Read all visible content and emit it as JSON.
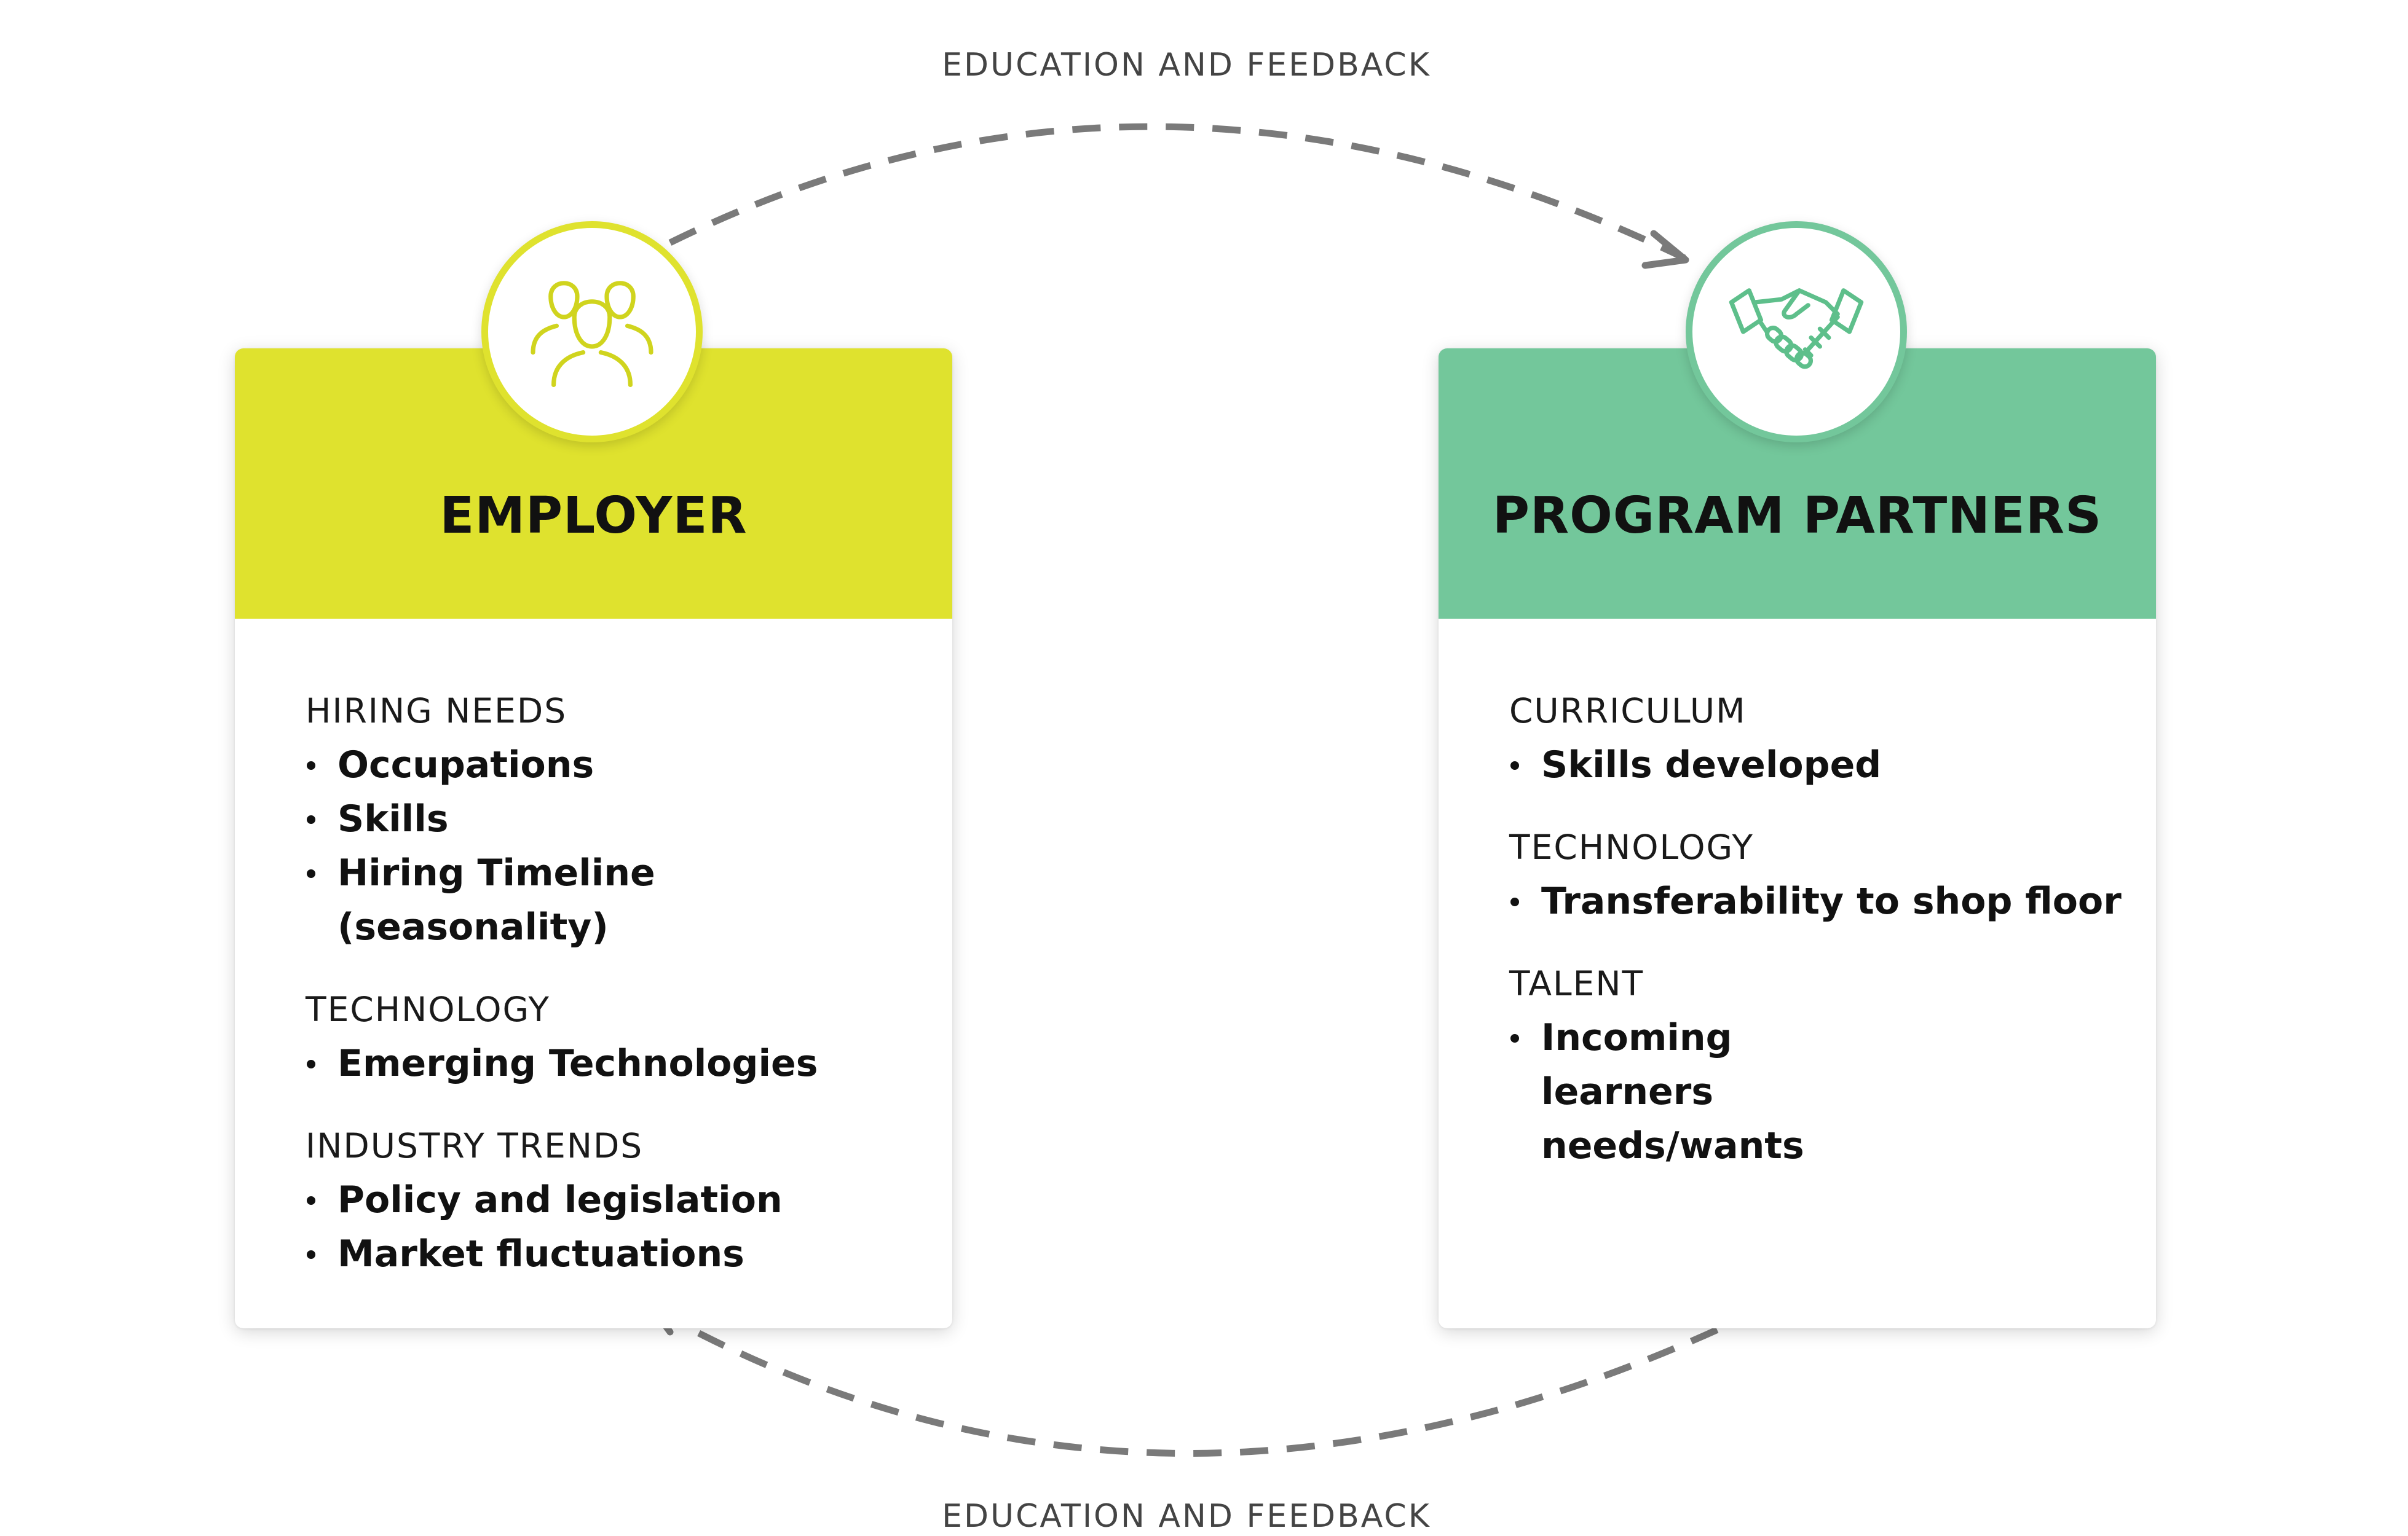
{
  "flow_top_label": "EDUCATION AND FEEDBACK",
  "flow_bottom_label": "EDUCATION AND FEEDBACK",
  "colors": {
    "employer_accent": "#dfe22e",
    "partners_accent": "#73c79b",
    "arrow": "#7a7a7a"
  },
  "employer": {
    "title": "EMPLOYER",
    "icon": "people-group-icon",
    "sections": [
      {
        "title": "HIRING NEEDS",
        "items": [
          "Occupations",
          "Skills",
          "Hiring Timeline (seasonality)"
        ]
      },
      {
        "title": "TECHNOLOGY",
        "items": [
          "Emerging Technologies"
        ]
      },
      {
        "title": "INDUSTRY TRENDS",
        "items": [
          "Policy and legislation",
          "Market fluctuations"
        ]
      }
    ]
  },
  "partners": {
    "title": "PROGRAM PARTNERS",
    "icon": "handshake-icon",
    "sections": [
      {
        "title": "CURRICULUM",
        "items": [
          "Skills developed"
        ]
      },
      {
        "title": "TECHNOLOGY",
        "items": [
          "Transferability to shop floor"
        ]
      },
      {
        "title": "TALENT",
        "items": [
          "Incoming learners needs/wants"
        ]
      }
    ]
  }
}
